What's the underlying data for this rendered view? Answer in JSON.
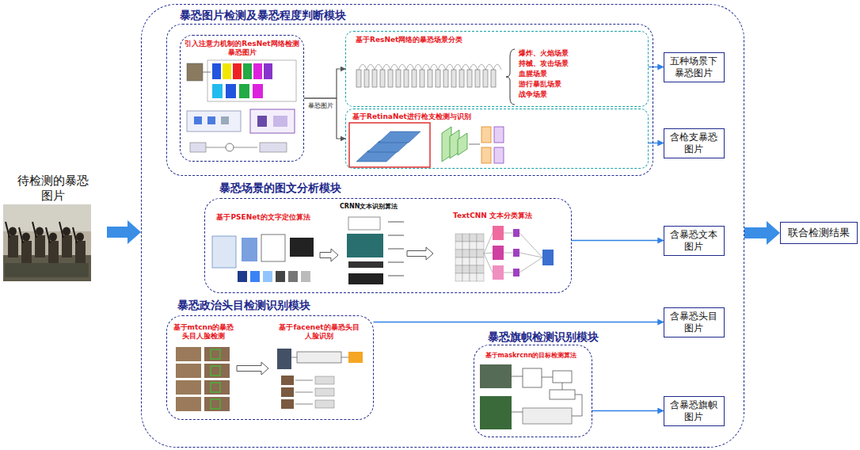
{
  "diagram": {
    "nodes": [
      {
        "text": [
          "待检测的暴恐图片"
        ]
      },
      {
        "text": []
      },
      {
        "text": [
          "暴恐图片检测及暴恐程度判断模块"
        ],
        "in": 1
      },
      {
        "text": [
          "引入注意力机制的ResNet网络检测暴恐图片"
        ],
        "in": 2
      },
      {
        "text": [
          "基于ResNet网络的暴恐场景分类",
          "爆炸、火焰场景",
          "持械、攻击场景",
          "血腥场景",
          "游行暴乱场景",
          "战争场景"
        ],
        "in": 2
      },
      {
        "text": [
          "基于RetinaNet进行枪支检测与识别"
        ],
        "in": 2
      },
      {
        "text": [
          "五种场景下暴恐图片"
        ],
        "in": 1
      },
      {
        "text": [
          "含枪支暴恐图片"
        ],
        "in": 1
      },
      {
        "text": [
          "暴恐场景的图文分析模块"
        ],
        "in": 1
      },
      {
        "text": [
          "基于PSENet的文字定位算法"
        ],
        "in": 8
      },
      {
        "text": [
          "CRNN文本识别算法"
        ],
        "in": 8
      },
      {
        "text": [
          "TextCNN 文本分类算法"
        ],
        "in": 8
      },
      {
        "text": [
          "含暴恐文本图片"
        ],
        "in": 1
      },
      {
        "text": [
          "暴恐政治头目检测识别模块"
        ],
        "in": 1
      },
      {
        "text": [
          "基于mtcnn的暴恐头目人脸检测"
        ],
        "in": 13
      },
      {
        "text": [
          "基于facenet的暴恐头目人脸识别"
        ],
        "in": 13
      },
      {
        "text": [
          "含暴恐头目图片"
        ],
        "in": 1
      },
      {
        "text": [
          "暴恐旗帜检测识别模块",
          "基于maskrcnn的目标检测算法"
        ],
        "in": 1
      },
      {
        "text": [
          "含暴恐旗帜图片"
        ],
        "in": 1
      },
      {
        "text": [
          "联合检测结果"
        ]
      }
    ],
    "edges": [
      {
        "from": 0,
        "to": 1,
        "arrow": "to"
      },
      {
        "from": 3,
        "to": 4,
        "label": "暴恐图片",
        "arrow": "to"
      },
      {
        "from": 3,
        "to": 5,
        "arrow": "to"
      },
      {
        "from": 4,
        "to": 6,
        "arrow": "to"
      },
      {
        "from": 5,
        "to": 7,
        "arrow": "to"
      },
      {
        "from": 9,
        "to": 10,
        "arrow": "to"
      },
      {
        "from": 10,
        "to": 11,
        "arrow": "to"
      },
      {
        "from": 8,
        "to": 12,
        "arrow": "to"
      },
      {
        "from": 14,
        "to": 15,
        "arrow": "to"
      },
      {
        "from": 13,
        "to": 16,
        "arrow": "to"
      },
      {
        "from": 17,
        "to": 18,
        "arrow": "to"
      },
      {
        "from": 1,
        "to": 19,
        "arrow": "to"
      }
    ]
  }
}
